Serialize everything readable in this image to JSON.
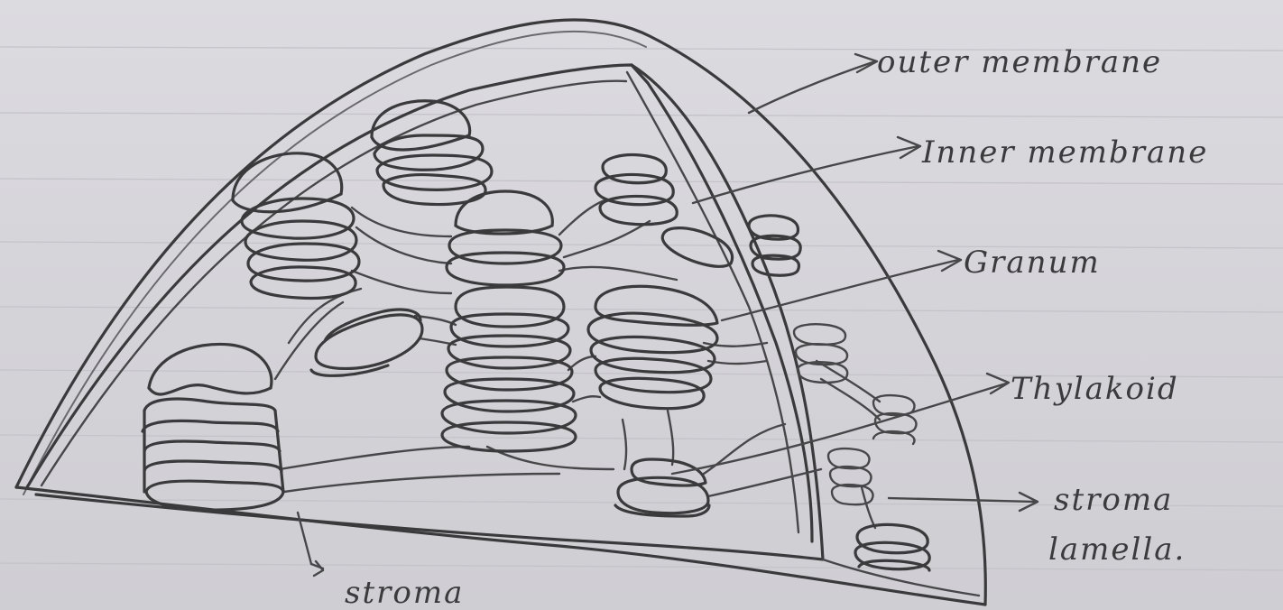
{
  "labels": {
    "outer_membrane": "outer membrane",
    "inner_membrane": "Inner membrane",
    "granum": "Granum",
    "thylakoid": "Thylakoid",
    "stroma_lamella_line1": "stroma",
    "stroma_lamella_line2": "lamella.",
    "stroma": "stroma"
  },
  "colors": {
    "paper": "#d9d8dc",
    "pencil": "#3a3a3c"
  }
}
